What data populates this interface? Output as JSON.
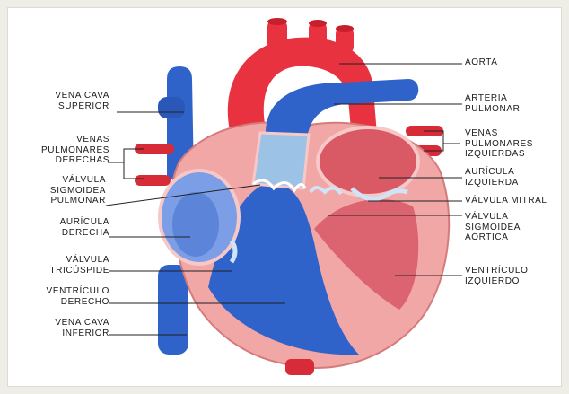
{
  "colors": {
    "arterial": "#e8323f",
    "arterial_dark": "#c81f2d",
    "venous": "#2f63c9",
    "venous_dark": "#1d3f9a",
    "myocardium": "#f2a7a7",
    "valve": "#b9d8f0",
    "background": "#ffffff",
    "leader_line": "#222222"
  },
  "labels": {
    "aorta": "AORTA",
    "arteria_pulmonar": "ARTERIA\nPULMONAR",
    "vena_cava_superior": "VENA CAVA\nSUPERIOR",
    "venas_pulmonares_derechas": "VENAS\nPULMONARES\nDERECHAS",
    "venas_pulmonares_izquierdas": "VENAS\nPULMONARES\nIZQUIERDAS",
    "valvula_sigmoidea_pulmonar": "VÁLVULA\nSIGMOIDEA\nPULMONAR",
    "auricula_izquierda": "AURÍCULA\nIZQUIERDA",
    "valvula_mitral": "VÁLVULA MITRAL",
    "auricula_derecha": "AURÍCULA\nDERECHA",
    "valvula_sigmoidea_aortica": "VÁLVULA\nSIGMOIDEA\nAÓRTICA",
    "valvula_tricuspide": "VÁLVULA\nTRICÚSPIDE",
    "ventriculo_izquierdo": "VENTRÍCULO\nIZQUIERDO",
    "ventriculo_derecho": "VENTRÍCULO\nDERECHO",
    "vena_cava_inferior": "VENA CAVA\nINFERIOR"
  }
}
